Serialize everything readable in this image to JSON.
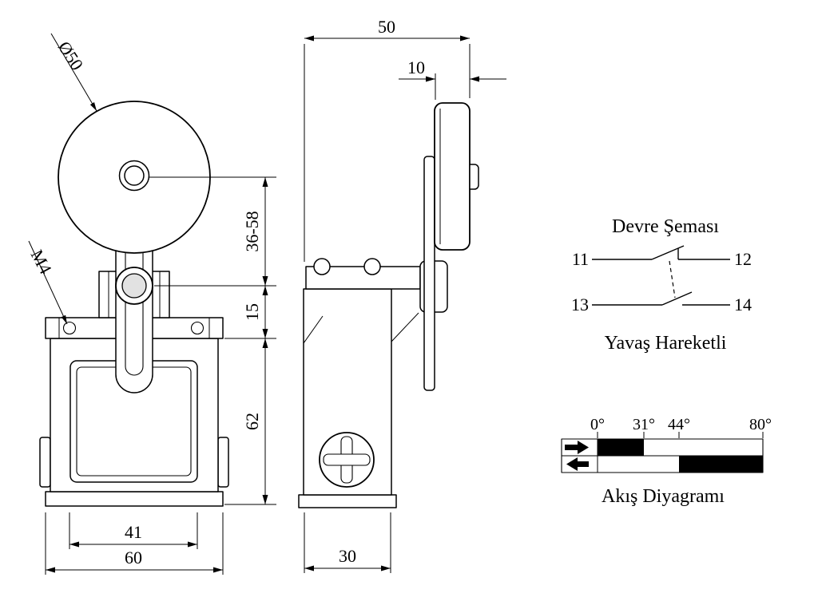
{
  "dims": {
    "roller_dia": "Ø50",
    "head_width": "50",
    "roller_thickness": "10",
    "adjust_range": "36-58",
    "pivot_gap": "15",
    "body_height": "62",
    "hole_spacing": "41",
    "body_width": "60",
    "body_depth": "30",
    "thread": "M4"
  },
  "circuit": {
    "title": "Devre Şeması",
    "t11": "11",
    "t12": "12",
    "t13": "13",
    "t14": "14",
    "subtitle": "Yavaş Hareketli"
  },
  "flow": {
    "title": "Akış Diyagramı",
    "a0": "0°",
    "a31": "31°",
    "a44": "44°",
    "a80": "80°"
  },
  "colors": {
    "ink": "#000000",
    "paper": "#ffffff"
  }
}
